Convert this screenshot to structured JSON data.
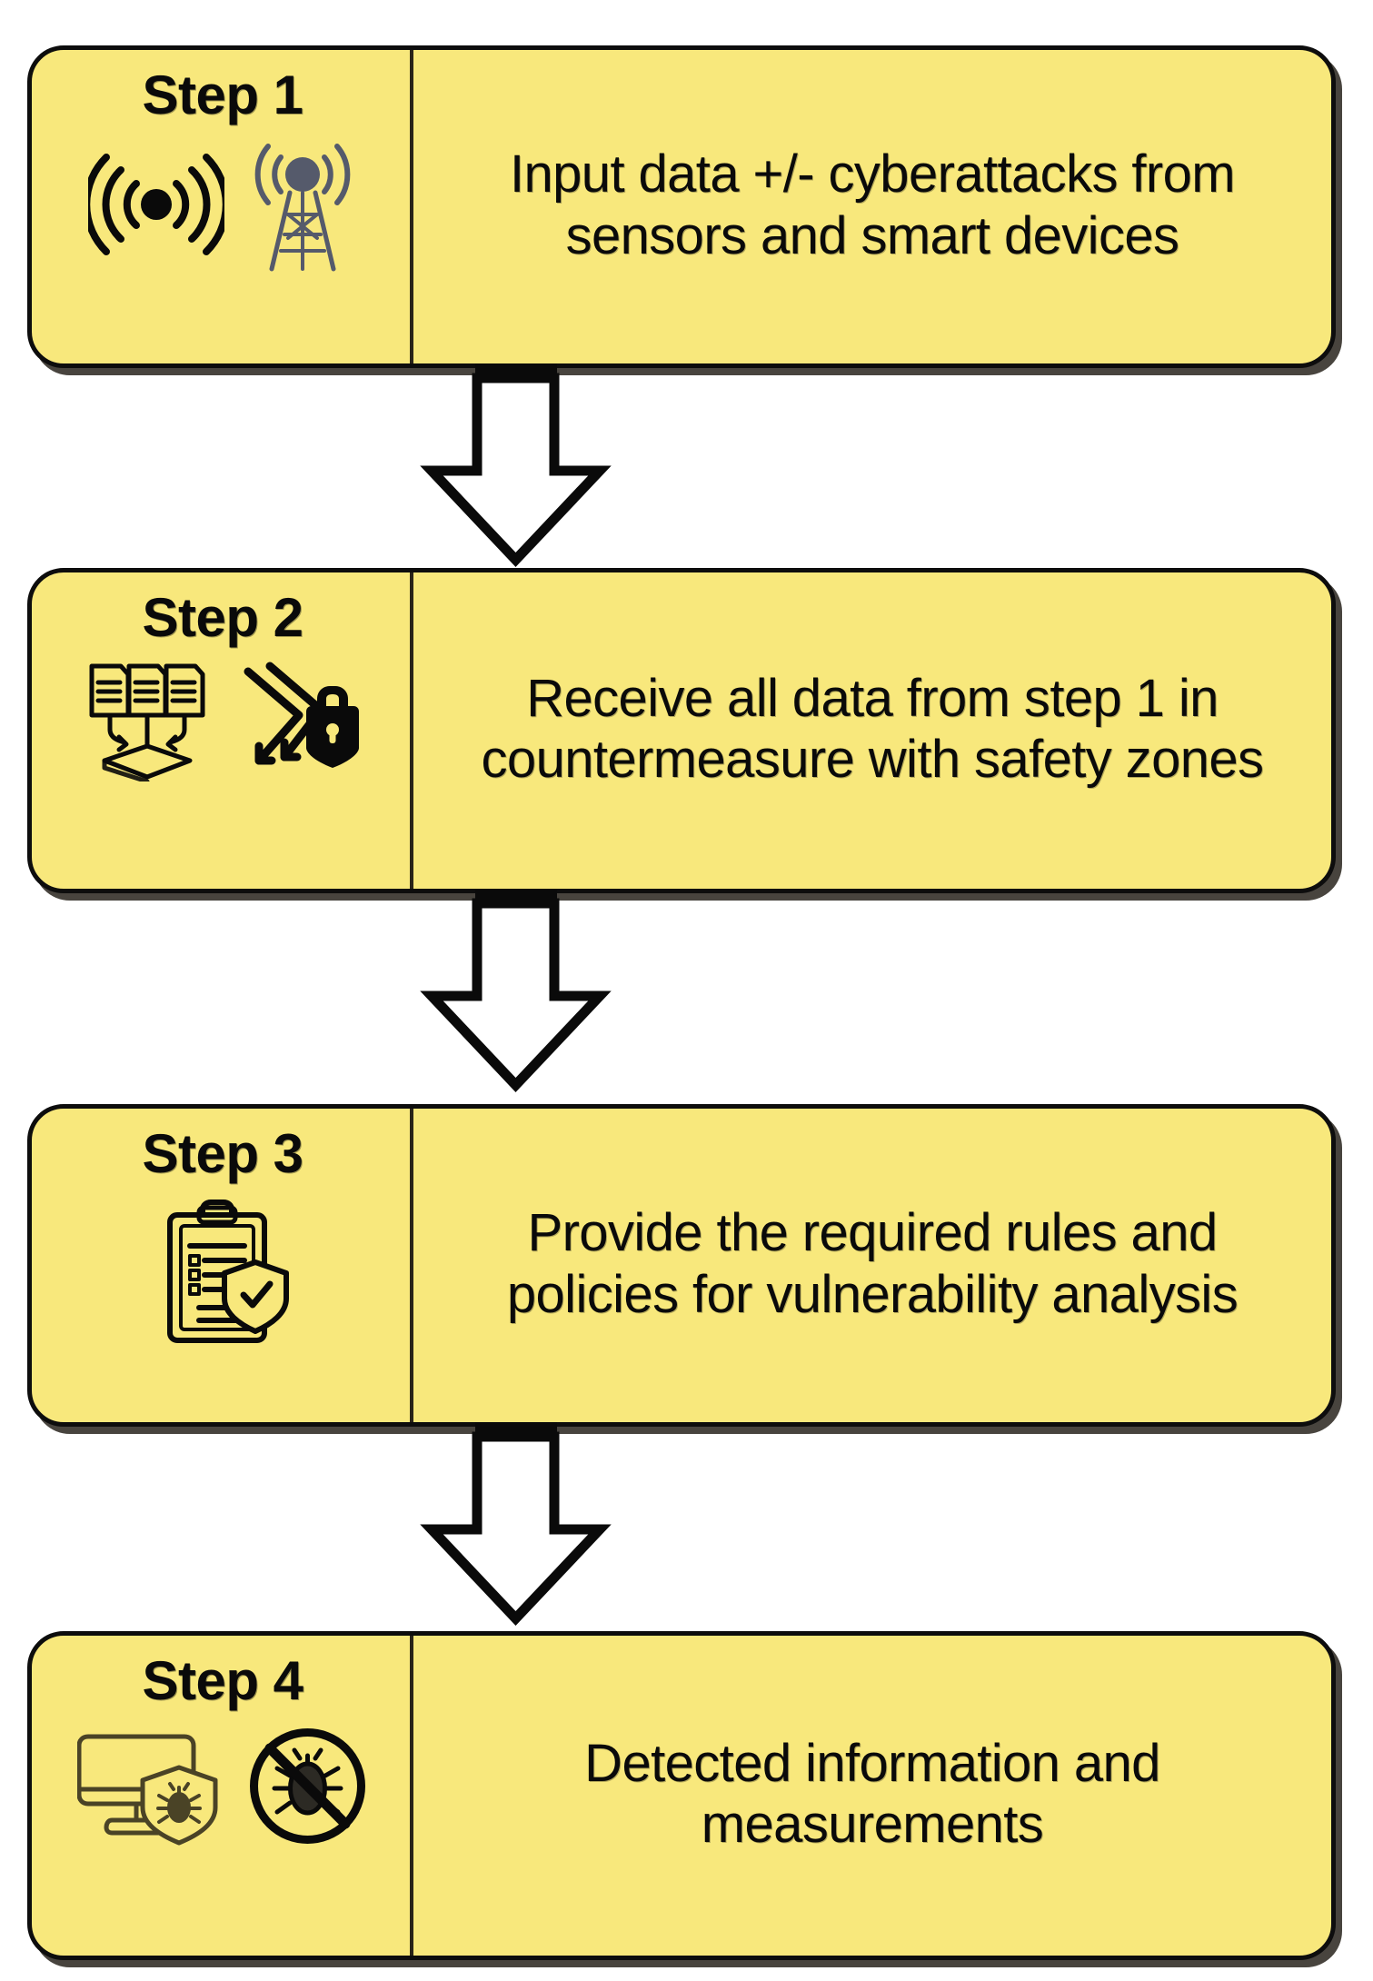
{
  "diagram": {
    "title": "Four-step cyberattack countermeasure process flowchart",
    "orientation": "vertical top-to-bottom",
    "box_fill_color": "#F8E87C",
    "box_border_color": "#0D0D0D",
    "text_color": "#0A0A0A",
    "connector_style": "hollow block arrow pointing down"
  },
  "steps": [
    {
      "label": "Step 1",
      "text": "Input data +/- cyberattacks from sensors and smart devices",
      "icons": [
        "wireless-signal-icon",
        "antenna-tower-icon"
      ]
    },
    {
      "label": "Step 2",
      "text": "Receive all data from step 1 in countermeasure with safety zones",
      "icons": [
        "data-aggregation-documents-icon",
        "blocked-attack-lock-icon"
      ]
    },
    {
      "label": "Step 3",
      "text": "Provide the required rules and policies for vulnerability analysis",
      "icons": [
        "clipboard-shield-check-icon"
      ]
    },
    {
      "label": "Step 4",
      "text": "Detected information and measurements",
      "icons": [
        "monitor-bug-shield-icon",
        "no-bug-prohibited-icon"
      ]
    }
  ],
  "connectors": [
    {
      "from": "Step 1",
      "to": "Step 2",
      "icon": "down-arrow-icon"
    },
    {
      "from": "Step 2",
      "to": "Step 3",
      "icon": "down-arrow-icon"
    },
    {
      "from": "Step 3",
      "to": "Step 4",
      "icon": "down-arrow-icon"
    }
  ]
}
